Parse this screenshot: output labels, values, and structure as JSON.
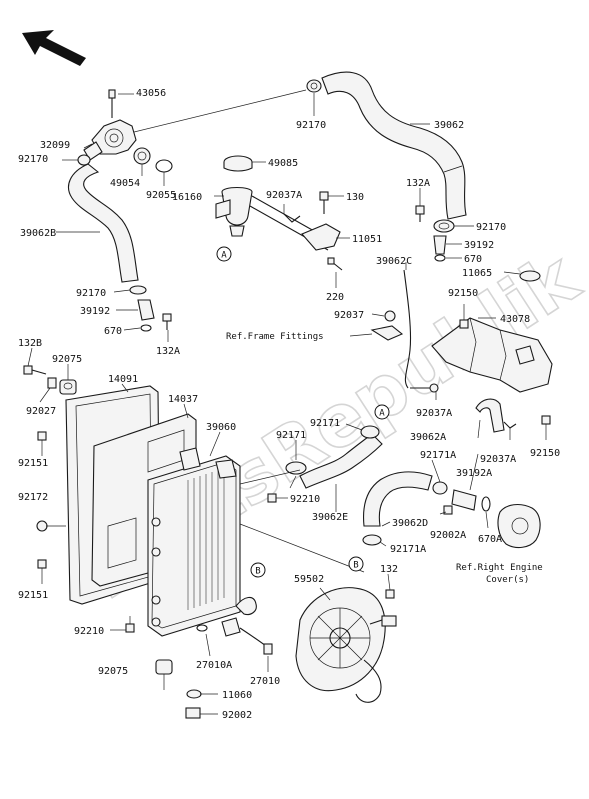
{
  "watermark": "PartsRepublik",
  "labels": {
    "p43056": "43056",
    "p32099": "32099",
    "p92170_a": "92170",
    "p92170_b": "92170",
    "p39062": "39062",
    "p49085": "49085",
    "p49054": "49054",
    "p92055": "92055",
    "p92037a_top": "92037A",
    "p130": "130",
    "p132a_top": "132A",
    "p92170_c": "92170",
    "p39192_top": "39192",
    "p670_top": "670",
    "p11065": "11065",
    "p16160": "16160",
    "p11051": "11051",
    "p39062b": "39062B",
    "p39062c": "39062C",
    "p220": "220",
    "p92150_top": "92150",
    "p92170_d": "92170",
    "p39192_left": "39192",
    "p670_left": "670",
    "p132a_left": "132A",
    "p92037": "92037",
    "p43078": "43078",
    "p132b": "132B",
    "p92075_top": "92075",
    "p14091": "14091",
    "p92027": "92027",
    "p14037": "14037",
    "p39060": "39060",
    "p92037a_mid": "92037A",
    "p92151_top": "92151",
    "p92171": "92171",
    "p39062a": "39062A",
    "p92037a_right": "92037A",
    "p92150_right": "92150",
    "p92171a_top": "92171A",
    "p39192a": "39192A",
    "p92210_mid": "92210",
    "p92172": "92172",
    "p39062e": "39062E",
    "p39062d": "39062D",
    "p92002a": "92002A",
    "p670a": "670A",
    "p92171a_bot": "92171A",
    "p92151_bot": "92151",
    "p132_bot": "132",
    "p59502": "59502",
    "p92210_left": "92210",
    "p92075_bot": "92075",
    "p27010a": "27010A",
    "p27010": "27010",
    "p11060": "11060",
    "p92002": "92002"
  },
  "refs": {
    "frame_fittings": "Ref.Frame Fittings",
    "engine_cover_1": "Ref.Right Engine",
    "engine_cover_2": "Cover(s)"
  },
  "markers": {
    "a": "A",
    "b": "B"
  },
  "icons": {
    "direction": "front-direction-arrow-icon"
  }
}
